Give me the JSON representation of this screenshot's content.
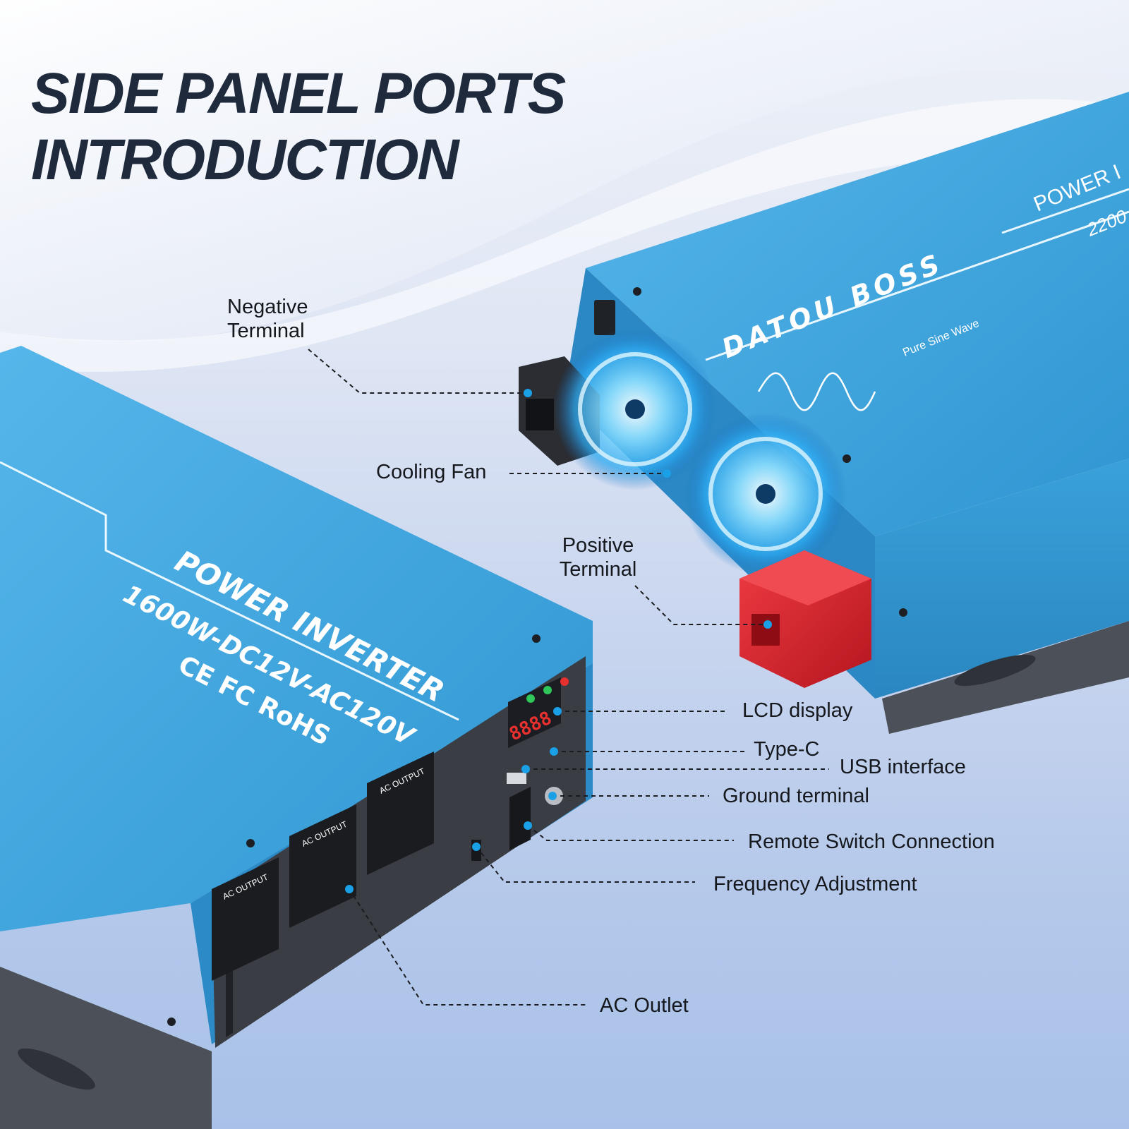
{
  "headline": {
    "line1": "SIDE PANEL PORTS",
    "line2": "INTRODUCTION"
  },
  "callouts": {
    "negative_terminal": {
      "line1": "Negative",
      "line2": "Terminal"
    },
    "cooling_fan": "Cooling Fan",
    "positive_terminal": {
      "line1": "Positive",
      "line2": "Terminal"
    },
    "lcd_display": "LCD display",
    "type_c": "Type-C",
    "usb_interface": "USB interface",
    "ground_terminal": "Ground terminal",
    "remote_switch": "Remote Switch Connection",
    "frequency_adjustment": "Frequency Adjustment",
    "ac_outlet": "AC Outlet"
  },
  "front_unit": {
    "product_line": "POWER INVERTER",
    "spec": "1600W-DC12V-AC120V",
    "certifications": "CE FC RoHS",
    "outlet_label": "AC OUTPUT",
    "lcd_readout": "8888"
  },
  "rear_unit": {
    "brand": "DATOU BOSS",
    "wave_label": "Pure Sine Wave",
    "product_line": "POWER I",
    "spec_partial": "2200"
  },
  "colors": {
    "body_blue": "#3ea6df",
    "panel_dark": "#3a3d44",
    "terminal_red": "#d8232c",
    "fan_glow": "#5cc9ff",
    "heading": "#1f2b3d",
    "dot": "#1aa0e6"
  }
}
